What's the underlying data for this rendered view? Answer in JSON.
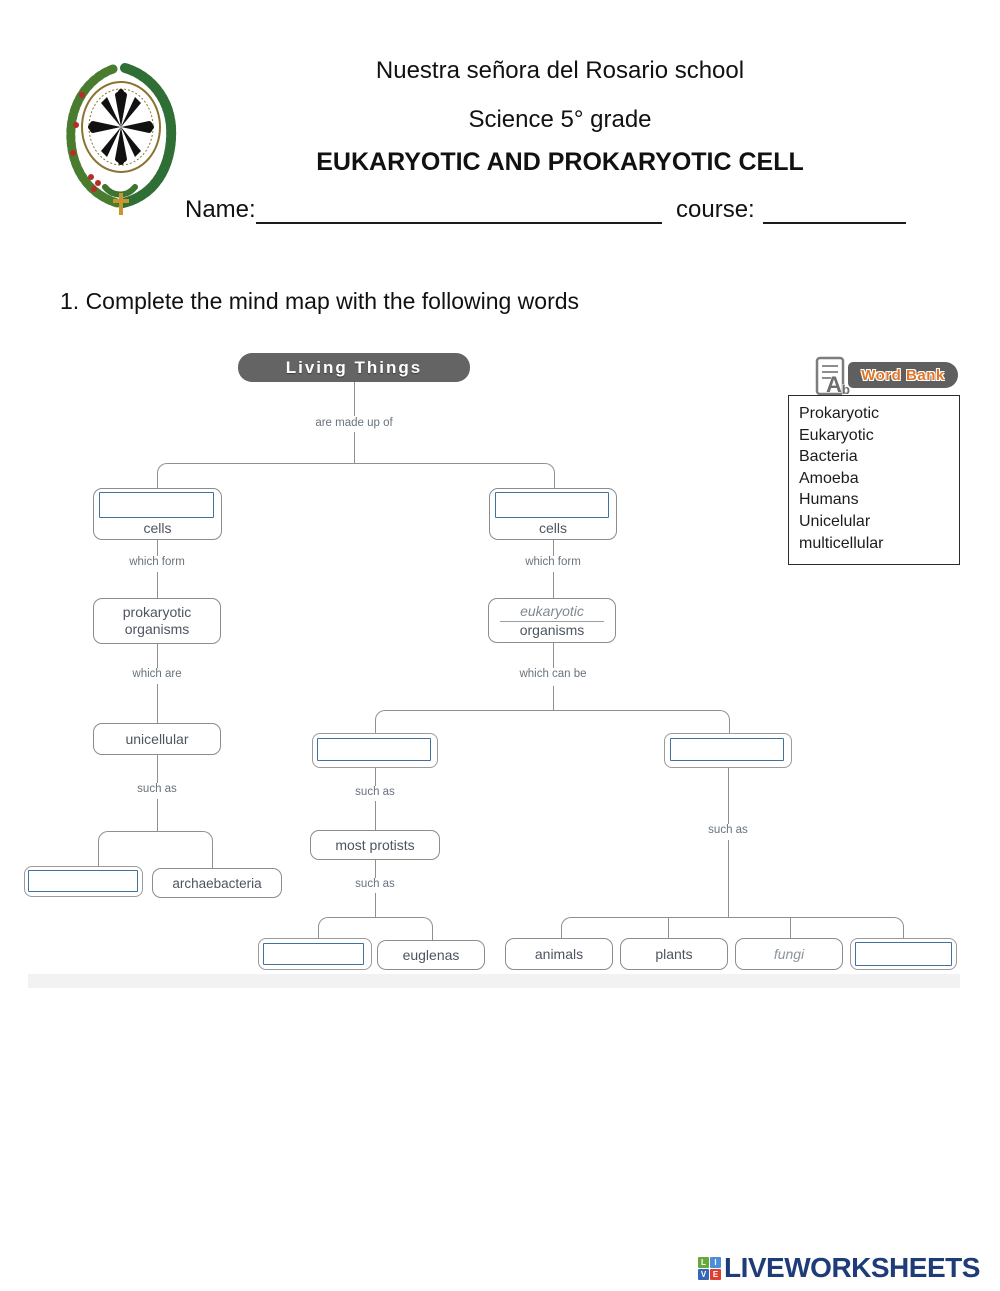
{
  "header": {
    "school": "Nuestra señora del Rosario school",
    "subject": "Science 5° grade",
    "title": "EUKARYOTIC AND PROKARYOTIC CELL",
    "name_label": "Name:",
    "course_label": "course:"
  },
  "instruction": "1. Complete the mind map with the following words",
  "mindmap": {
    "root_label": "Living Things",
    "connector_labels": {
      "are_made_up_of": "are made up of",
      "which_form": "which form",
      "which_are": "which are",
      "which_can_be": "which can be",
      "such_as": "such as"
    },
    "node_labels": {
      "cells": "cells",
      "prokaryotic": "prokaryotic",
      "organisms": "organisms",
      "eukaryotic_filled": "eukaryotic",
      "unicellular": "unicellular",
      "most_protists": "most protists",
      "archaebacteria": "archaebacteria",
      "euglenas": "euglenas",
      "animals": "animals",
      "plants": "plants",
      "fungi": "fungi"
    },
    "answer_inputs_empty": 7
  },
  "word_bank": {
    "title": "Word Bank",
    "words": [
      "Prokaryotic",
      "Eukaryotic",
      "Bacteria",
      "Amoeba",
      "Humans",
      "Unicelular",
      "multicellular"
    ]
  },
  "footer": {
    "brand": "LIVEWORKSHEETS",
    "tiles": [
      "L",
      "I",
      "V",
      "E"
    ]
  },
  "colors": {
    "answer_blue": "#41719c",
    "line_gray": "#8f8f8f",
    "node_text": "#4d5560",
    "pill_gray": "#646464",
    "wordbank_orange": "#e0762a",
    "brand_navy": "#1e3c78",
    "tile_green": "#69a73e",
    "tile_blue": "#4a90d9",
    "tile_dark_blue": "#3566b8",
    "tile_red": "#dd3e32"
  }
}
